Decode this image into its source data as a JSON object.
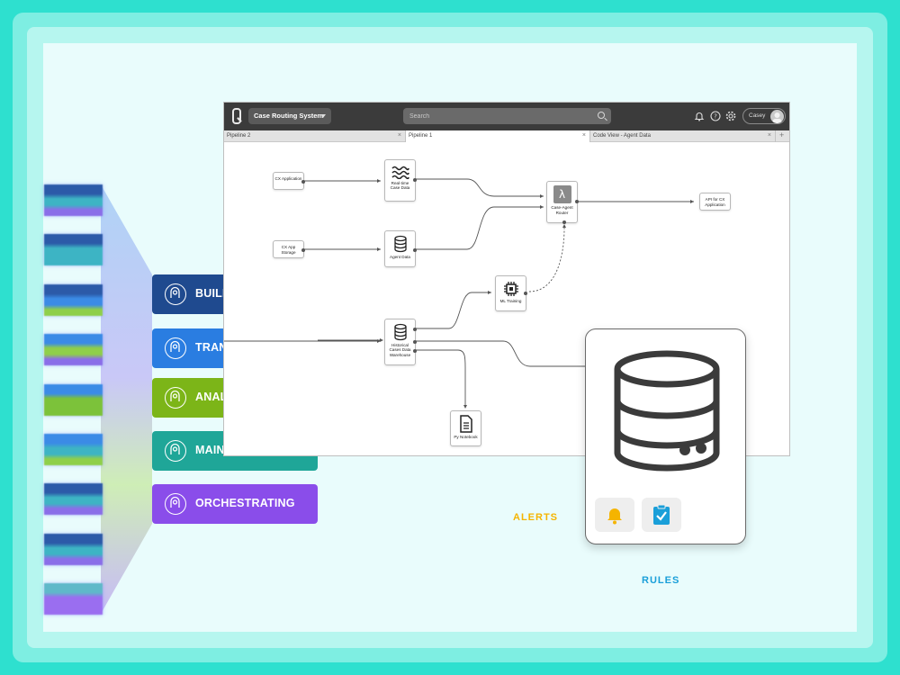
{
  "app": {
    "project_name": "Case Routing System",
    "search_placeholder": "Search",
    "user_name": "Casey"
  },
  "tabs": [
    {
      "label": "Pipeline 2",
      "active": false
    },
    {
      "label": "Pipeline 1",
      "active": true
    },
    {
      "label": "Code View - Agent Data",
      "active": false
    }
  ],
  "nodes": {
    "cx_application": "CX Application",
    "realtime_case_data": "Real-time Case Data",
    "case_agent_router": "Case-Agent Router",
    "api_for_cx": "API for CX Application",
    "cx_app_storage": "CX App Storage",
    "agent_data": "Agent Data",
    "ml_training": "ML Training",
    "historical_cases": "Historical Cases Data Warehouse",
    "py_notebook": "Py Notebook"
  },
  "categories": [
    {
      "label": "BUILDING",
      "color": "#1f4a8f",
      "icon": "puzzle-head-icon"
    },
    {
      "label": "TRANSFORMING",
      "color": "#2a7de1",
      "icon": "sparkle-icon"
    },
    {
      "label": "ANALYZING",
      "color": "#7cb518",
      "icon": "magnifier-chart-icon"
    },
    {
      "label": "MAINTAINING",
      "color": "#1fa698",
      "icon": "wrench-gear-icon"
    },
    {
      "label": "ORCHESTRATING",
      "color": "#8a4dea",
      "icon": "network-icon"
    }
  ],
  "labels": {
    "alerts": "ALERTS",
    "rules": "RULES"
  },
  "colors": {
    "alerts": "#f5b400",
    "rules": "#1a9fd9",
    "background": "#2ee0cf"
  }
}
